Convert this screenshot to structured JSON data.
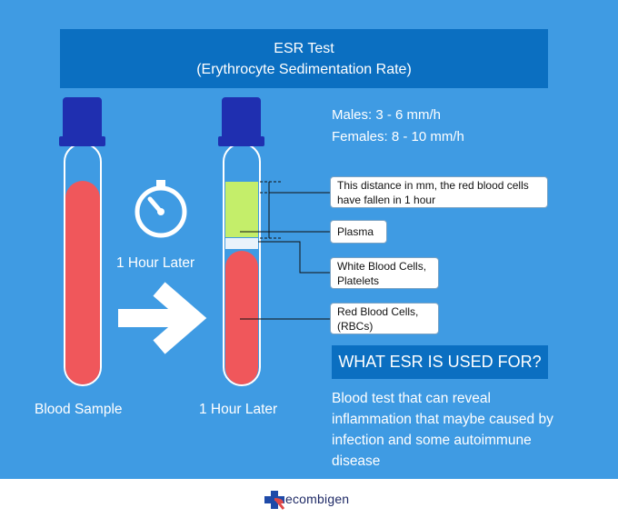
{
  "title": {
    "line1": "ESR Test",
    "line2": "(Erythrocyte Sedimentation Rate)"
  },
  "ranges": {
    "males": "Males: 3 - 6 mm/h",
    "females": "Females: 8 - 10 mm/h"
  },
  "timer": {
    "icon": "stopwatch-icon",
    "label": "1 Hour Later"
  },
  "captions": {
    "left_tube": "Blood Sample",
    "right_tube": "1 Hour Later"
  },
  "callouts": {
    "distance": "This distance in mm, the red blood cells have fallen in 1 hour",
    "plasma": "Plasma",
    "wbc": "White Blood Cells, Platelets",
    "rbc": "Red Blood Cells, (RBCs)"
  },
  "used_for": {
    "heading": "WHAT ESR IS USED FOR?",
    "description": "Blood test that can reveal inflammation that maybe caused by infection and some autoimmune disease"
  },
  "logo": {
    "text": "ecombigen"
  },
  "colors": {
    "background": "#3f9be3",
    "header": "#0b6fc1",
    "cap": "#1f2fb0",
    "blood": "#f0575b",
    "plasma": "#c4ee6a"
  }
}
